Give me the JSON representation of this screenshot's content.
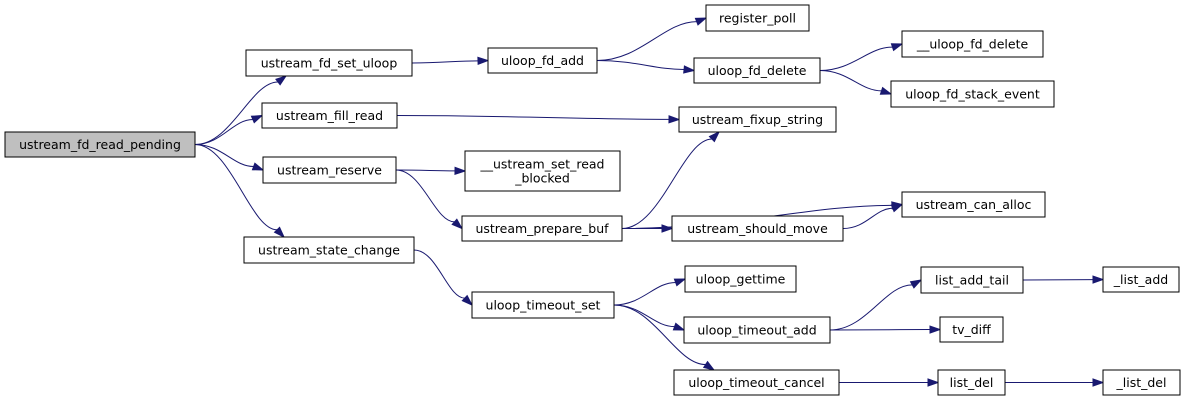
{
  "colors": {
    "edge": "#191970",
    "root_fill": "#bfbfbf",
    "node_fill": "#ffffff",
    "node_border": "#000000"
  },
  "nodes": [
    {
      "id": "ustream_fd_read_pending",
      "lines": [
        "ustream_fd_read_pending"
      ]
    },
    {
      "id": "ustream_fd_set_uloop",
      "lines": [
        "ustream_fd_set_uloop"
      ]
    },
    {
      "id": "ustream_fill_read",
      "lines": [
        "ustream_fill_read"
      ]
    },
    {
      "id": "ustream_reserve",
      "lines": [
        "ustream_reserve"
      ]
    },
    {
      "id": "ustream_state_change",
      "lines": [
        "ustream_state_change"
      ]
    },
    {
      "id": "uloop_fd_add",
      "lines": [
        "uloop_fd_add"
      ]
    },
    {
      "id": "__ustream_set_read_blocked",
      "lines": [
        "__ustream_set_read",
        "_blocked"
      ]
    },
    {
      "id": "ustream_prepare_buf",
      "lines": [
        "ustream_prepare_buf"
      ]
    },
    {
      "id": "uloop_timeout_set",
      "lines": [
        "uloop_timeout_set"
      ]
    },
    {
      "id": "register_poll",
      "lines": [
        "register_poll"
      ]
    },
    {
      "id": "uloop_fd_delete",
      "lines": [
        "uloop_fd_delete"
      ]
    },
    {
      "id": "ustream_fixup_string",
      "lines": [
        "ustream_fixup_string"
      ]
    },
    {
      "id": "ustream_should_move",
      "lines": [
        "ustream_should_move"
      ]
    },
    {
      "id": "uloop_gettime",
      "lines": [
        "uloop_gettime"
      ]
    },
    {
      "id": "uloop_timeout_add",
      "lines": [
        "uloop_timeout_add"
      ]
    },
    {
      "id": "uloop_timeout_cancel",
      "lines": [
        "uloop_timeout_cancel"
      ]
    },
    {
      "id": "__uloop_fd_delete",
      "lines": [
        "__uloop_fd_delete"
      ]
    },
    {
      "id": "uloop_fd_stack_event",
      "lines": [
        "uloop_fd_stack_event"
      ]
    },
    {
      "id": "ustream_can_alloc",
      "lines": [
        "ustream_can_alloc"
      ]
    },
    {
      "id": "list_add_tail",
      "lines": [
        "list_add_tail"
      ]
    },
    {
      "id": "tv_diff",
      "lines": [
        "tv_diff"
      ]
    },
    {
      "id": "list_del",
      "lines": [
        "list_del"
      ]
    },
    {
      "id": "_list_add",
      "lines": [
        "_list_add"
      ]
    },
    {
      "id": "_list_del",
      "lines": [
        "_list_del"
      ]
    }
  ],
  "edges": [
    [
      "ustream_fd_read_pending",
      "ustream_fd_set_uloop"
    ],
    [
      "ustream_fd_read_pending",
      "ustream_fill_read"
    ],
    [
      "ustream_fd_read_pending",
      "ustream_reserve"
    ],
    [
      "ustream_fd_read_pending",
      "ustream_state_change"
    ],
    [
      "ustream_fd_set_uloop",
      "uloop_fd_add"
    ],
    [
      "uloop_fd_add",
      "register_poll"
    ],
    [
      "uloop_fd_add",
      "uloop_fd_delete"
    ],
    [
      "uloop_fd_delete",
      "__uloop_fd_delete"
    ],
    [
      "uloop_fd_delete",
      "uloop_fd_stack_event"
    ],
    [
      "ustream_fill_read",
      "ustream_fixup_string"
    ],
    [
      "ustream_reserve",
      "__ustream_set_read_blocked"
    ],
    [
      "ustream_reserve",
      "ustream_prepare_buf"
    ],
    [
      "ustream_prepare_buf",
      "ustream_fixup_string"
    ],
    [
      "ustream_prepare_buf",
      "ustream_can_alloc"
    ],
    [
      "ustream_prepare_buf",
      "ustream_should_move"
    ],
    [
      "ustream_should_move",
      "ustream_can_alloc"
    ],
    [
      "ustream_state_change",
      "uloop_timeout_set"
    ],
    [
      "uloop_timeout_set",
      "uloop_gettime"
    ],
    [
      "uloop_timeout_set",
      "uloop_timeout_add"
    ],
    [
      "uloop_timeout_set",
      "uloop_timeout_cancel"
    ],
    [
      "uloop_timeout_add",
      "list_add_tail"
    ],
    [
      "uloop_timeout_add",
      "tv_diff"
    ],
    [
      "list_add_tail",
      "_list_add"
    ],
    [
      "uloop_timeout_cancel",
      "list_del"
    ],
    [
      "list_del",
      "_list_del"
    ]
  ]
}
